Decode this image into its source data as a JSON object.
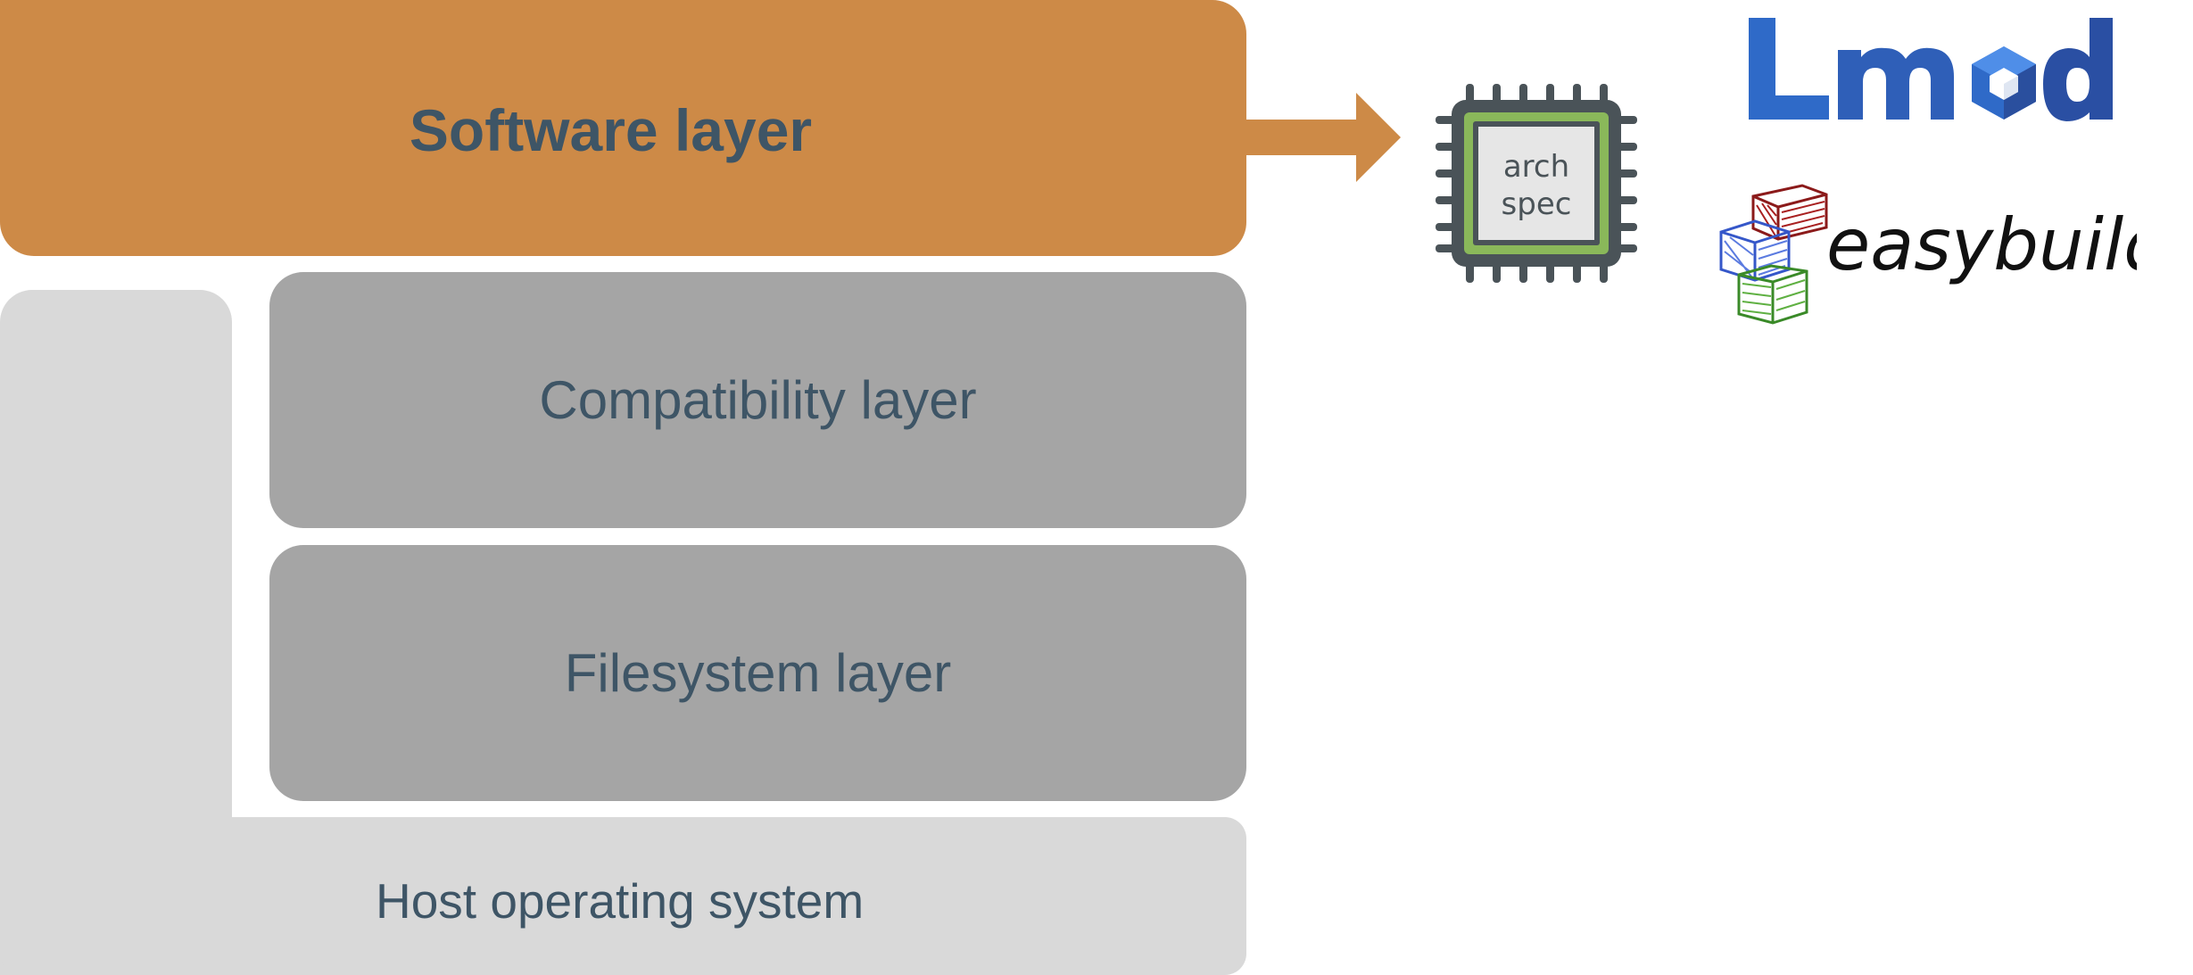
{
  "layers": {
    "software": "Software layer",
    "compatibility": "Compatibility layer",
    "filesystem": "Filesystem layer",
    "host": "Host operating system"
  },
  "chip": {
    "line1": "arch",
    "line2": "spec"
  },
  "logos": {
    "lmod": "Lmod",
    "easybuild": "easybuild"
  },
  "colors": {
    "software": "#cd8a47",
    "middle_layers": "#a5a5a5",
    "host": "#d9d9d9",
    "text": "#3e5566",
    "lmod_blue": "#2f5fb8",
    "chip_green": "#8ab85a",
    "chip_dark": "#4a5358"
  },
  "icons": [
    "arrow-right-icon",
    "cpu-chip-icon",
    "lmod-logo",
    "easybuild-logo"
  ]
}
